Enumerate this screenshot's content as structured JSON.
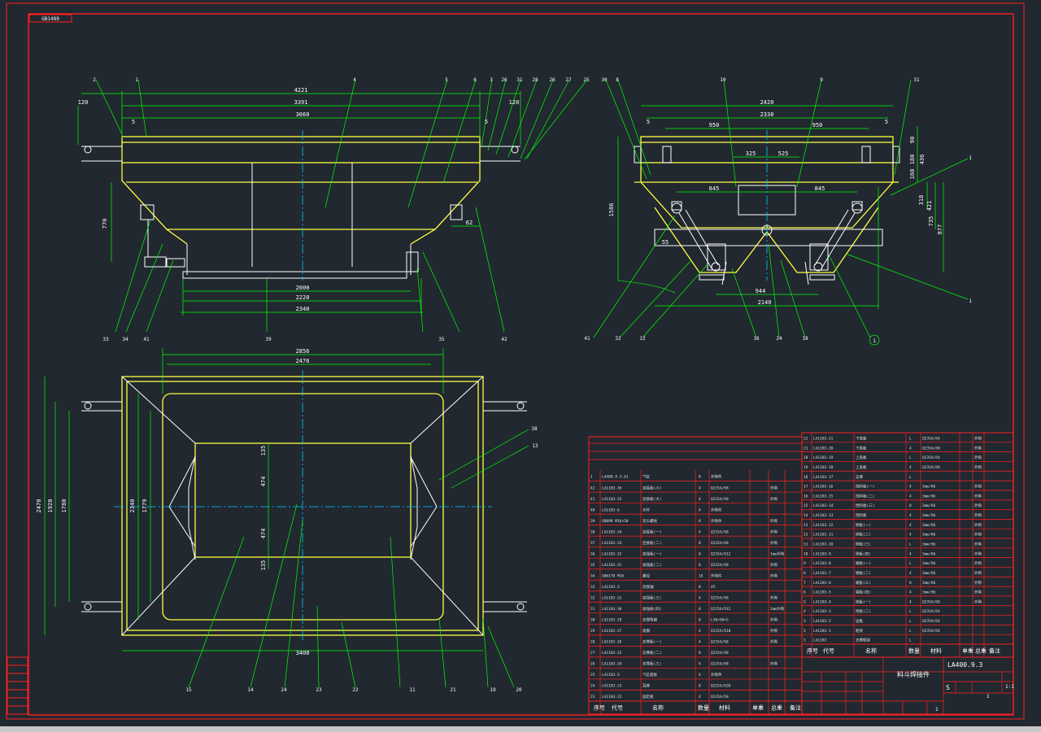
{
  "sheet": {
    "corner_tag": "GB1489",
    "title_cn": "料斗焊接件",
    "drawing_no": "LA400.9.3",
    "scale_label": "S",
    "scale_value": "1:1",
    "sheet_label": "1",
    "count_label": "1"
  },
  "dims_top": [
    "4221",
    "3391",
    "3060",
    "120",
    "120",
    "5",
    "5",
    "770",
    "2000",
    "2220",
    "2340",
    "62"
  ],
  "dims_side": [
    "2420",
    "2330",
    "950",
    "950",
    "325",
    "525",
    "845",
    "845",
    "5",
    "5",
    "1586",
    "90",
    "180",
    "436",
    "160",
    "318",
    "421",
    "735",
    "877",
    "944",
    "2140",
    "55"
  ],
  "dims_plan": [
    "2856",
    "2476",
    "3400",
    "2470",
    "1920",
    "1780",
    "2340",
    "1779",
    "135",
    "474",
    "474",
    "135"
  ],
  "leaders_top": [
    "2",
    "1",
    "4",
    "5",
    "6",
    "3",
    "26",
    "31",
    "28",
    "26",
    "27",
    "25",
    "33",
    "34",
    "41",
    "39",
    "35",
    "42"
  ],
  "leaders_side": [
    "30",
    "8",
    "10",
    "9",
    "31",
    "1",
    "1",
    "41",
    "32",
    "12",
    "16",
    "24",
    "18",
    "1"
  ],
  "leaders_plan": [
    "38",
    "13",
    "15",
    "14",
    "24",
    "23",
    "22",
    "11",
    "21",
    "19",
    "20"
  ],
  "bom_left": {
    "header": [
      "序号",
      "代号",
      "名称",
      "数量",
      "材料",
      "单重",
      "总重",
      "备注"
    ],
    "rows": [
      [
        "1",
        "LA400.9.3-A1",
        "气缸",
        "8",
        "外购件",
        ""
      ],
      [
        "42",
        "LA1183-36",
        "连接板(小)",
        "4",
        "Q235A/δ8",
        "外购"
      ],
      [
        "41",
        "LA1183-35",
        "连接板(大)",
        "4",
        "Q235A/δ8",
        "外购"
      ],
      [
        "40",
        "LA1183-6",
        "水杆",
        "4",
        "外购件",
        ""
      ],
      [
        "39",
        "GB898 M16×50",
        "双头螺柱",
        "8",
        "外购件",
        "外购"
      ],
      [
        "38",
        "LA1183-34",
        "连接板(一)",
        "4",
        "Q235A/δ8",
        "外购"
      ],
      [
        "37",
        "LA1183-33",
        "连接板(二)",
        "8",
        "Q235A/δ8",
        "外购"
      ],
      [
        "36",
        "LA1183-32",
        "加强板(一)",
        "8",
        "Q235A/δ12",
        "1mm外购"
      ],
      [
        "35",
        "LA1183-31",
        "加强板(二)",
        "8",
        "Q235A/δ8",
        "外购"
      ],
      [
        "34",
        "GB6170 M16",
        "螺母",
        "16",
        "外购件",
        "外购"
      ],
      [
        "33",
        "LA1183-3",
        "连接轴",
        "8",
        "45",
        ""
      ],
      [
        "32",
        "LA1183-31",
        "加强板(三)",
        "4",
        "Q235A/δ8",
        "外购"
      ],
      [
        "31",
        "LA1183-30",
        "加强板(四)",
        "8",
        "Q235A/δ12",
        "2mm外购"
      ],
      [
        "30",
        "LA1183-29",
        "支撑角钢",
        "8",
        "L50×50×5",
        "外购"
      ],
      [
        "29",
        "LA1183-27",
        "角钢",
        "4",
        "Q235A/δ10",
        "外购"
      ],
      [
        "28",
        "LA1183-26",
        "支撑板(一)",
        "4",
        "Q235A/δ8",
        "外购"
      ],
      [
        "27",
        "LA1183-25",
        "支撑板(二)",
        "8",
        "Q235A/δ8",
        ""
      ],
      [
        "26",
        "LA1183-24",
        "支撑板(三)",
        "4",
        "Q235A/δ8",
        "外购"
      ],
      [
        "25",
        "LA1183-3",
        "气缸座板",
        "4",
        "外购件",
        ""
      ],
      [
        "24",
        "LA1183-23",
        "耳座",
        "8",
        "Q235A/δ20",
        ""
      ],
      [
        "23",
        "LA1183-22",
        "固定板",
        "4",
        "Q235A/δ8",
        ""
      ]
    ]
  },
  "bom_right": {
    "header": [
      "序号",
      "代号",
      "名称",
      "数量",
      "材料",
      "单重",
      "总重",
      "备注"
    ],
    "rows": [
      [
        "22",
        "LA1183-21",
        "下盖板",
        "L",
        "Q235A/δ4",
        "外购"
      ],
      [
        "21",
        "LA1183-20",
        "下盖板",
        "4",
        "Q235A/δ8",
        "外购"
      ],
      [
        "20",
        "LA1183-19",
        "上盖板",
        "L",
        "Q235A/δ4",
        "外购"
      ],
      [
        "19",
        "LA1183-18",
        "上盖板",
        "4",
        "Q235A/δ8",
        "外购"
      ],
      [
        "18",
        "LA1183-17",
        "支撑",
        "L",
        "",
        ""
      ],
      [
        "17",
        "LA1183-16",
        "挡料板(一)",
        "4",
        "3mm/δ6",
        "外购"
      ],
      [
        "16",
        "LA1183-15",
        "挡料板(二)",
        "4",
        "3mm/δ6",
        "外购"
      ],
      [
        "15",
        "LA1183-14",
        "挡料板(三)",
        "8",
        "3mm/δ6",
        "外购"
      ],
      [
        "14",
        "LA1183-13",
        "挡料板",
        "4",
        "3mm/δ6",
        "外购"
      ],
      [
        "13",
        "LA1183-12",
        "侧板(一)",
        "4",
        "3mm/δ6",
        "外购"
      ],
      [
        "12",
        "LA1183-11",
        "侧板(二)",
        "4",
        "3mm/δ6",
        "外购"
      ],
      [
        "11",
        "LA1183-10",
        "侧板(三)",
        "L",
        "3mm/δ6",
        "外购"
      ],
      [
        "10",
        "LA1183-9",
        "侧板(四)",
        "4",
        "3mm/δ6",
        "外购"
      ],
      [
        "9",
        "LA1183-8",
        "端板(一)",
        "L",
        "3mm/δ6",
        "外购"
      ],
      [
        "8",
        "LA1183-7",
        "端板(二)",
        "4",
        "3mm/δ6",
        "外购"
      ],
      [
        "7",
        "LA1183-6",
        "端板(三)",
        "8",
        "3mm/δ6",
        "外购"
      ],
      [
        "6",
        "LA1183-5",
        "端板(四)",
        "4",
        "3mm/δ6",
        "外购"
      ],
      [
        "5",
        "LA1183-4",
        "挡板(一)",
        "4",
        "Q235A/δ8",
        "外购"
      ],
      [
        "4",
        "LA1183-3",
        "挡板(二)",
        "L",
        "Q235A/δ4",
        ""
      ],
      [
        "3",
        "LA1183-2",
        "边框",
        "L",
        "Q235A/δ4",
        ""
      ],
      [
        "2",
        "LA1183-1",
        "框架",
        "L",
        "Q235A/δ4",
        ""
      ],
      [
        "1",
        "LA1183",
        "支撑框架",
        "L",
        "",
        ""
      ]
    ]
  },
  "colors": {
    "background": "#212830",
    "frame": "#ff2020",
    "model": "#ffffff",
    "edge": "#ffff40",
    "dim": "#00ff00",
    "center": "#00c8ff"
  }
}
